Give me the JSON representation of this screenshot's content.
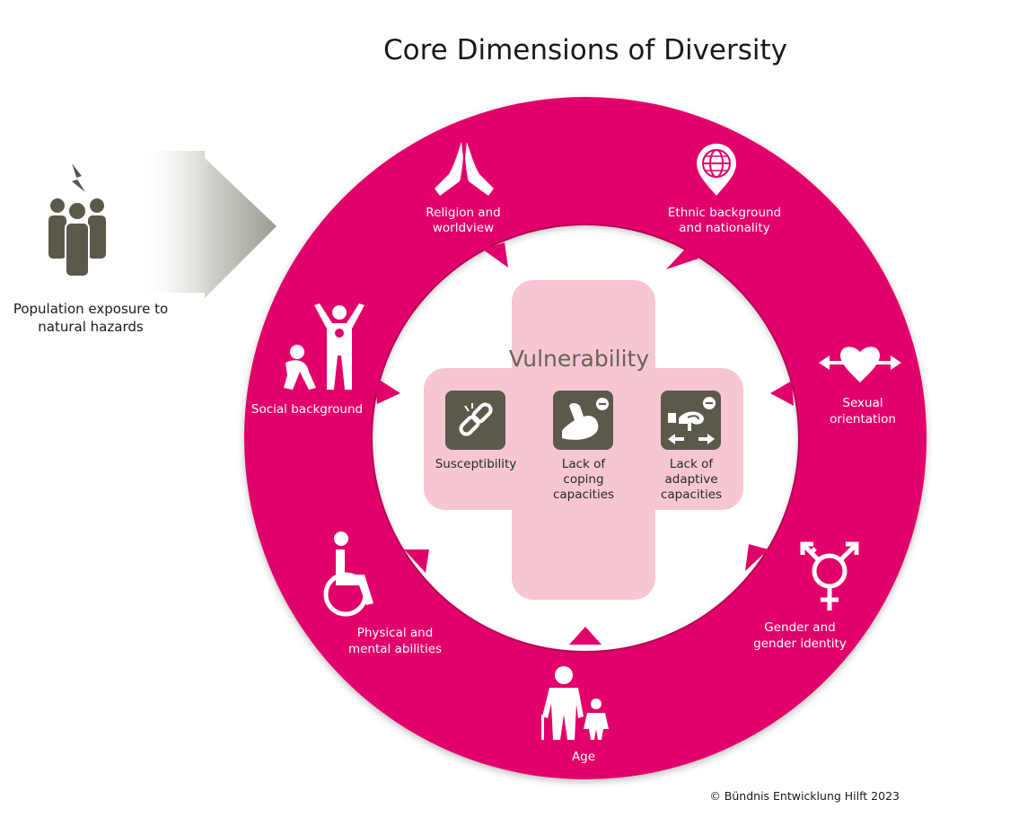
{
  "title": "Core Dimensions of Diversity",
  "exposure": {
    "line1": "Population exposure to",
    "line2": "natural hazards",
    "icon": "population-hazard-icon"
  },
  "center": {
    "title": "Vulnerability",
    "items": [
      {
        "lines": [
          "Susceptibility"
        ],
        "icon": "broken-chain-icon"
      },
      {
        "lines": [
          "Lack of",
          "coping",
          "capacities"
        ],
        "icon": "flexed-arm-icon"
      },
      {
        "lines": [
          "Lack of",
          "adaptive",
          "capacities"
        ],
        "icon": "hand-and-arrows-icon"
      }
    ]
  },
  "dimensions": [
    {
      "lines": [
        "Religion and",
        "worldview"
      ],
      "icon": "praying-hands-icon"
    },
    {
      "lines": [
        "Ethnic background",
        "and nationality"
      ],
      "icon": "globe-pin-icon"
    },
    {
      "lines": [
        "Social background"
      ],
      "icon": "people-social-icon"
    },
    {
      "lines": [
        "Sexual",
        "orientation"
      ],
      "icon": "heart-arrows-icon"
    },
    {
      "lines": [
        "Physical and",
        "mental abilities"
      ],
      "icon": "wheelchair-icon"
    },
    {
      "lines": [
        "Gender and",
        "gender identity"
      ],
      "icon": "gender-symbol-icon"
    },
    {
      "lines": [
        "Age"
      ],
      "icon": "elder-and-child-icon"
    }
  ],
  "copyright": "© Bündnis Entwicklung Hilft 2023",
  "colors": {
    "ring": "#e2006a",
    "inner_cross": "#f6c6d3",
    "icon_dark": "#5c584c",
    "arrow_gray": "#8a8a80"
  }
}
